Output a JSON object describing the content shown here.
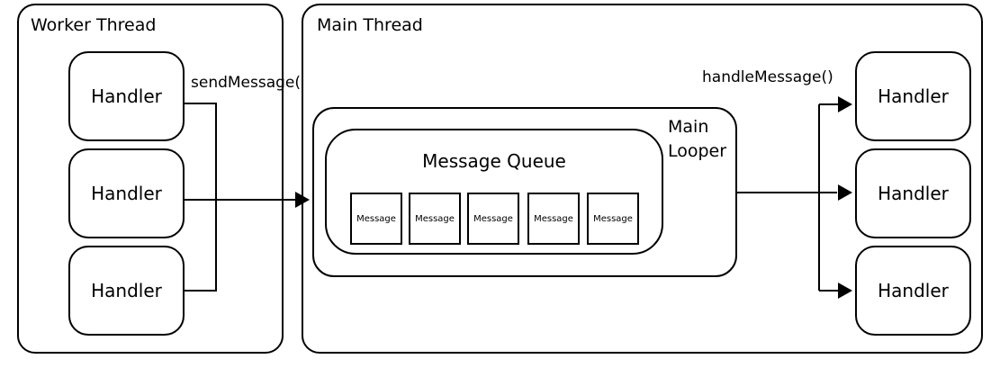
{
  "worker_thread": {
    "title": "Worker Thread",
    "handlers": [
      "Handler",
      "Handler",
      "Handler"
    ],
    "send_label": "sendMessage()"
  },
  "main_thread": {
    "title": "Main Thread",
    "looper_label_line1": "Main",
    "looper_label_line2": "Looper",
    "queue_title": "Message Queue",
    "messages": [
      "Message",
      "Message",
      "Message",
      "Message",
      "Message"
    ],
    "handle_label": "handleMessage()",
    "handlers": [
      "Handler",
      "Handler",
      "Handler"
    ]
  }
}
